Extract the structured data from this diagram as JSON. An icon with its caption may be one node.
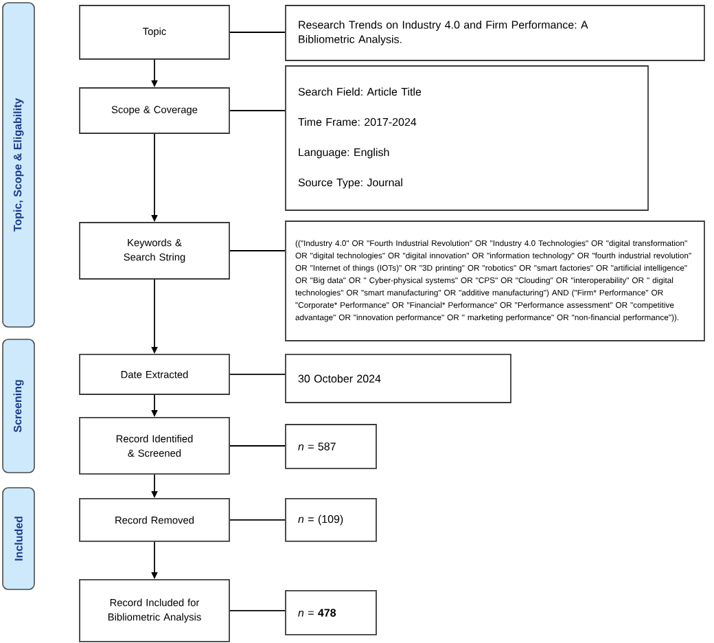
{
  "diagram": {
    "nodes": [
      {
        "text": [
          "Topic, Scope & Eligability"
        ]
      },
      {
        "text": [
          "Topic"
        ]
      },
      {
        "text": [
          "Research Trends on Industry 4.0 and Firm Performance: A Bibliometric Analysis."
        ]
      },
      {
        "text": [
          "Scope & Coverage"
        ]
      },
      {
        "text": [
          "Search Field: Article Title",
          "Time Frame: 2017-2024",
          "Language: English",
          "Source Type: Journal"
        ]
      },
      {
        "text": [
          "Keywords & Search String"
        ]
      },
      {
        "text": [
          "((\"Industry 4.0\" OR \"Fourth Industrial Revolution\" OR \"Industry 4.0 Technologies\" OR \"digital transformation\" OR \"digital technologies\" OR \"digital innovation\" OR \"information technology\" OR \"fourth industrial revolution\" OR \"Internet of things (IOTs)\" OR \"3D printing\" OR \"robotics\" OR \"smart factories\" OR \"artificial intelligence\" OR \"Big data\" OR \" Cyber-physical systems\" OR \"CPS\" OR \"Clouding\" OR \"interoperability\" OR \" digital technologies\" OR \"smart manufacturing\" OR \"additive manufacturing\") AND (\"Firm* Performance\" OR \"Corporate* Performance\" OR \"Financial* Performance\" OR \"Performance assessment\" OR \"competitive advantage\" OR \"innovation performance\" OR \" marketing performance\" OR \"non-financial performance\"))."
        ]
      },
      {
        "text": [
          "Screening"
        ]
      },
      {
        "text": [
          "Date Extracted"
        ]
      },
      {
        "text": [
          "30 October 2024"
        ]
      },
      {
        "text": [
          "Record Identified & Screened"
        ]
      },
      {
        "text": [
          "*n* = 587"
        ]
      },
      {
        "text": [
          "Included"
        ]
      },
      {
        "text": [
          "Record Removed"
        ]
      },
      {
        "text": [
          "*n* = (109)"
        ]
      },
      {
        "text": [
          "Record Included for Bibliometric Analysis"
        ]
      },
      {
        "text": [
          "*n* = **478**"
        ]
      }
    ],
    "edges": [
      {
        "from": 1,
        "to": 2,
        "arrow": "none"
      },
      {
        "from": 1,
        "to": 3,
        "arrow": "to"
      },
      {
        "from": 3,
        "to": 4,
        "arrow": "none"
      },
      {
        "from": 3,
        "to": 5,
        "arrow": "to"
      },
      {
        "from": 5,
        "to": 6,
        "arrow": "none"
      },
      {
        "from": 5,
        "to": 8,
        "arrow": "to"
      },
      {
        "from": 8,
        "to": 9,
        "arrow": "none"
      },
      {
        "from": 8,
        "to": 10,
        "arrow": "to"
      },
      {
        "from": 10,
        "to": 11,
        "arrow": "none"
      },
      {
        "from": 10,
        "to": 13,
        "arrow": "to"
      },
      {
        "from": 13,
        "to": 14,
        "arrow": "none"
      },
      {
        "from": 13,
        "to": 15,
        "arrow": "to"
      },
      {
        "from": 15,
        "to": 16,
        "arrow": "none"
      }
    ]
  }
}
